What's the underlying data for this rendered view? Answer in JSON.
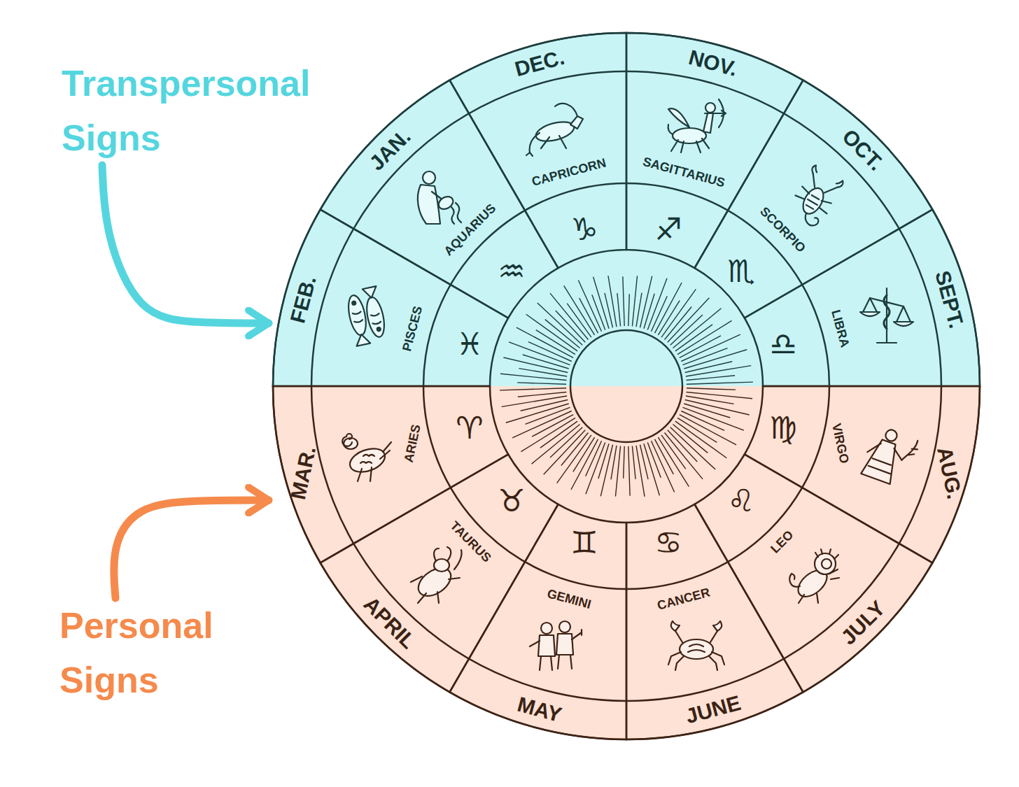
{
  "diagram": {
    "nodes": [
      {
        "text": [
          "Transpersonal Signs"
        ]
      },
      {
        "text": [
          "Personal Signs"
        ]
      },
      {
        "text": [
          "FEB.",
          "PISCES",
          "♓"
        ]
      },
      {
        "text": [
          "JAN.",
          "AQUARIUS",
          "♒"
        ]
      },
      {
        "text": [
          "DEC.",
          "CAPRICORN",
          "♑"
        ]
      },
      {
        "text": [
          "NOV.",
          "SAGITTARIUS",
          "♐"
        ]
      },
      {
        "text": [
          "OCT.",
          "SCORPIO",
          "♏"
        ]
      },
      {
        "text": [
          "SEPT.",
          "LIBRA",
          "♎"
        ]
      },
      {
        "text": [
          "MAR.",
          "ARIES",
          "♈"
        ]
      },
      {
        "text": [
          "APRIL",
          "TAURUS",
          "♉"
        ]
      },
      {
        "text": [
          "MAY",
          "GEMINI",
          "♊"
        ]
      },
      {
        "text": [
          "JUNE",
          "CANCER",
          "♋"
        ]
      },
      {
        "text": [
          "JULY",
          "LEO",
          "♌"
        ]
      },
      {
        "text": [
          "AUG.",
          "VIRGO",
          "♍"
        ]
      }
    ],
    "edges": [
      {
        "from": 0,
        "to": 2,
        "arrow": "to"
      },
      {
        "from": 1,
        "to": 8,
        "arrow": "to"
      }
    ]
  }
}
